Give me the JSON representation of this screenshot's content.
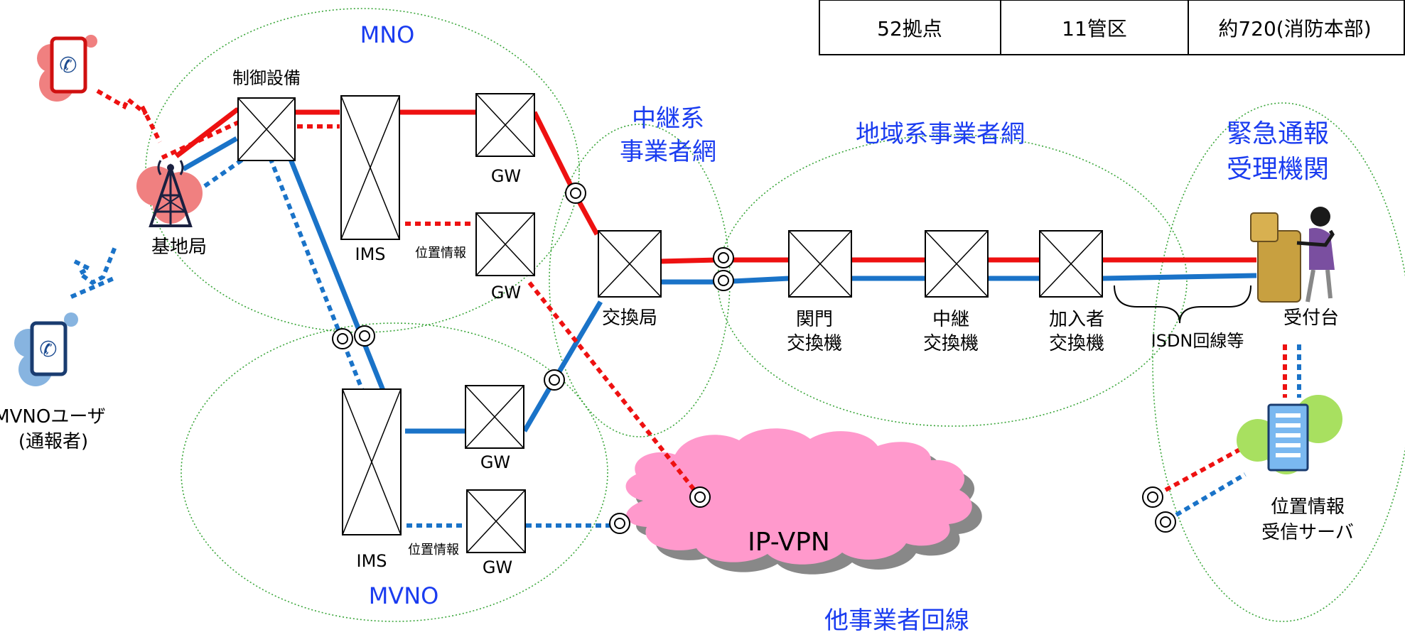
{
  "table": {
    "cells": [
      "52拠点",
      "11管区",
      "約720(消防本部)"
    ]
  },
  "regions": {
    "mno": "MNO",
    "mvno": "MVNO",
    "transit_line1": "中継系",
    "transit_line2": "事業者網",
    "regional": "地域系事業者網",
    "emergency_line1": "緊急通報",
    "emergency_line2": "受理機関",
    "other_carrier": "他事業者回線",
    "ipvpn": "IP-VPN"
  },
  "labels": {
    "control": "制御設備",
    "base_station": "基地局",
    "ims_mno": "IMS",
    "ims_mvno": "IMS",
    "gw_mno_top": "GW",
    "gw_mno_loc": "GW",
    "gw_mvno_top": "GW",
    "gw_mvno_loc": "GW",
    "loc_info_mno": "位置情報",
    "loc_info_mvno": "位置情報",
    "exchange": "交換局",
    "gate_line1": "関門",
    "gate_line2": "交換機",
    "relay_line1": "中継",
    "relay_line2": "交換機",
    "subscriber_line1": "加入者",
    "subscriber_line2": "交換機",
    "isdn": "ISDN回線等",
    "reception": "受付台",
    "server_line1": "位置情報",
    "server_line2": "受信サーバ",
    "mvno_user_line1": "MVNOユーザ",
    "mvno_user_line2": "(通報者)"
  },
  "colors": {
    "red_line": "#ee1111",
    "blue_line": "#1a73c8",
    "region_text": "#1a3cf0",
    "cloud": "#ff99cc",
    "ellipse": "#3aa63a",
    "phone_red": "#d01010",
    "phone_blue": "#1a3c70"
  },
  "icons": [
    "phone-icon",
    "antenna-tower-icon",
    "operator-icon",
    "server-icon",
    "cloud-icon"
  ]
}
